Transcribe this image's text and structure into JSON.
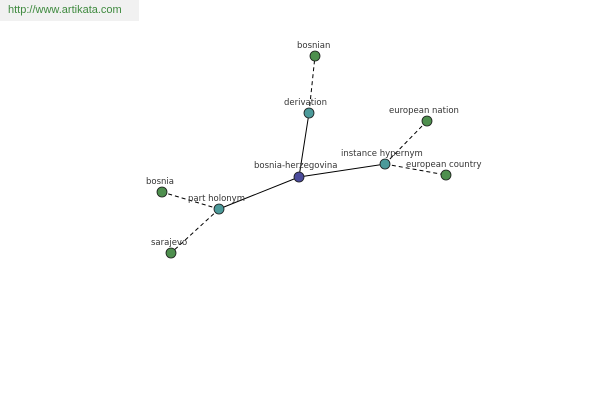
{
  "site": {
    "url": "http://www.artikata.com"
  },
  "colors": {
    "center": "#4b4b9b",
    "relation": "#4c9a9a",
    "leaf": "#4e8f4e",
    "edge": "#000000",
    "banner_text": "#3f8a3f"
  },
  "graph": {
    "nodes": [
      {
        "id": "center",
        "label": "bosnia-herzegovina",
        "kind": "center"
      },
      {
        "id": "derivation",
        "label": "derivation",
        "kind": "relation"
      },
      {
        "id": "instance_hypernym",
        "label": "instance hypernym",
        "kind": "relation"
      },
      {
        "id": "part_holonym",
        "label": "part holonym",
        "kind": "relation"
      },
      {
        "id": "bosnian",
        "label": "bosnian",
        "kind": "leaf"
      },
      {
        "id": "european_nation",
        "label": "european nation",
        "kind": "leaf"
      },
      {
        "id": "european_country",
        "label": "european country",
        "kind": "leaf"
      },
      {
        "id": "bosnia",
        "label": "bosnia",
        "kind": "leaf"
      },
      {
        "id": "sarajevo",
        "label": "sarajevo",
        "kind": "leaf"
      }
    ],
    "edges": [
      {
        "from": "center",
        "to": "derivation",
        "style": "solid"
      },
      {
        "from": "center",
        "to": "instance_hypernym",
        "style": "solid"
      },
      {
        "from": "center",
        "to": "part_holonym",
        "style": "solid"
      },
      {
        "from": "derivation",
        "to": "bosnian",
        "style": "dashed"
      },
      {
        "from": "instance_hypernym",
        "to": "european_nation",
        "style": "dashed"
      },
      {
        "from": "instance_hypernym",
        "to": "european_country",
        "style": "dashed"
      },
      {
        "from": "part_holonym",
        "to": "bosnia",
        "style": "dashed"
      },
      {
        "from": "part_holonym",
        "to": "sarajevo",
        "style": "dashed"
      }
    ]
  }
}
